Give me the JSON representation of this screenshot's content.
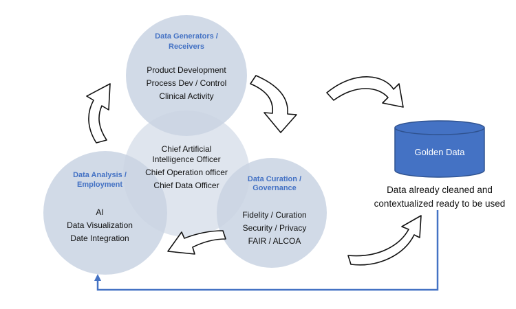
{
  "colors": {
    "circle_fill": "#c9d4e3",
    "title_text": "#4472c4",
    "cylinder_fill": "#4472c4",
    "cylinder_stroke": "#2f528f",
    "feedback_line": "#4472c4"
  },
  "generators": {
    "title_line1": "Data Generators /",
    "title_line2": "Receivers",
    "items": [
      "Product Development",
      "Process Dev / Control",
      "Clinical Activity"
    ]
  },
  "center": {
    "items": [
      "Chief Artificial",
      "Intelligence Officer",
      "Chief  Operation officer",
      "Chief Data Officer"
    ]
  },
  "analysis": {
    "title_line1": "Data Analysis  /",
    "title_line2": "Employment",
    "items": [
      "AI",
      "Data Visualization",
      "Date Integration"
    ]
  },
  "curation": {
    "title_line1": "Data Curation /",
    "title_line2": "Governance",
    "items": [
      "Fidelity / Curation",
      "Security / Privacy",
      "FAIR / ALCOA"
    ]
  },
  "golden": {
    "label": "Golden Data",
    "caption_line1": "Data already cleaned and",
    "caption_line2": "contextualized ready to be used"
  },
  "icons": {
    "cycle_arrows": "curved-arrow-icon",
    "feedback": "elbow-arrow-icon"
  }
}
